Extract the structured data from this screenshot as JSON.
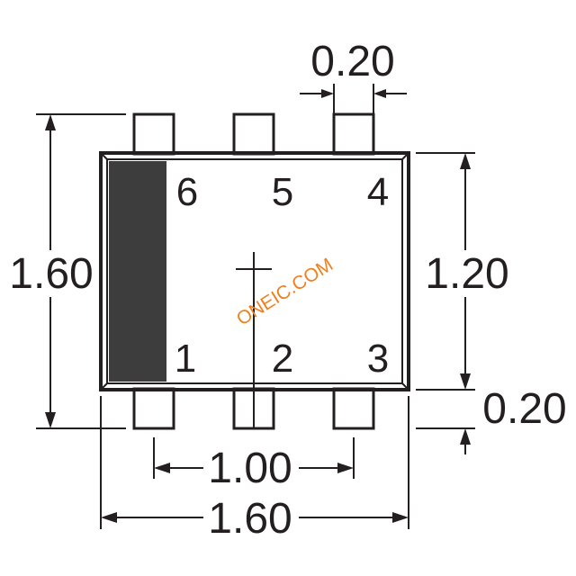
{
  "colors": {
    "ink": "#231f20",
    "pin1_band": "#3d3d3d",
    "watermark": "#f07f1d"
  },
  "pin_labels": {
    "pin6": "6",
    "pin5": "5",
    "pin4": "4",
    "pin1": "1",
    "pin2": "2",
    "pin3": "3"
  },
  "dimensions": {
    "lead_width": "0.20",
    "overall_height": "1.60",
    "body_height": "1.20",
    "lead_length": "0.20",
    "pitch_span": "1.00",
    "overall_width": "1.60"
  },
  "watermark": "ONEIC.COM"
}
